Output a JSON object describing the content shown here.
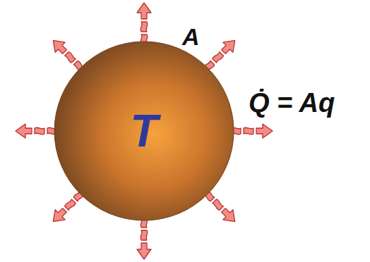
{
  "diagram": {
    "nodes": [
      {
        "text": [
          "T"
        ]
      }
    ],
    "labels": [
      "A",
      "Q̇ = Aq"
    ]
  }
}
